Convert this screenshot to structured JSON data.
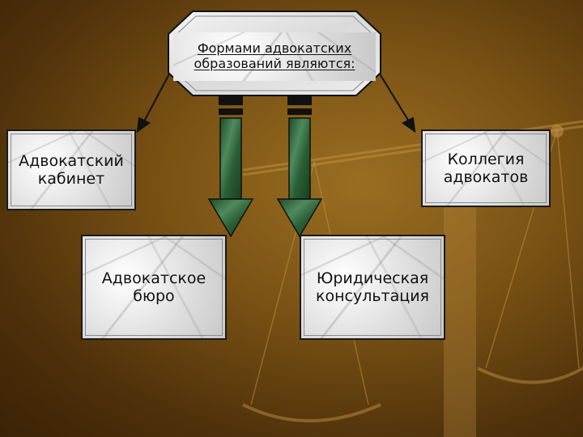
{
  "diagram": {
    "title": "Формами адвокатских\nобразований являются:",
    "forms": [
      {
        "id": "cabinet",
        "label": "Адвокатский\nкабинет"
      },
      {
        "id": "college",
        "label": "Коллегия\nадвокатов"
      },
      {
        "id": "bureau",
        "label": "Адвокатское\nбюро"
      },
      {
        "id": "consultation",
        "label": "Юридическая\nконсультация"
      }
    ]
  },
  "colors": {
    "background": "#7a5214",
    "box_fill": "#e7e7e7",
    "arrow_fill": "#2f6a3c",
    "connector": "#111111"
  }
}
